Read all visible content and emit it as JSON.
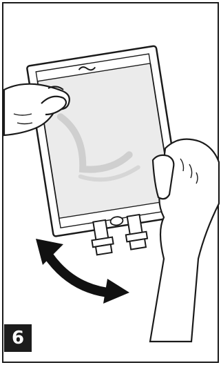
{
  "step": {
    "number": "6"
  },
  "colors": {
    "outline": "#1a1a1a",
    "bag_fill": "#e9e9e9",
    "bag_sheen": "#cfcfcf",
    "badge_bg": "#1c1c1c",
    "badge_text": "#ffffff",
    "arrow": "#111111"
  },
  "icons": {
    "arrow": "double-headed-curved-arrow",
    "bag": "iv-infusion-bag",
    "hands": "two-hands"
  }
}
